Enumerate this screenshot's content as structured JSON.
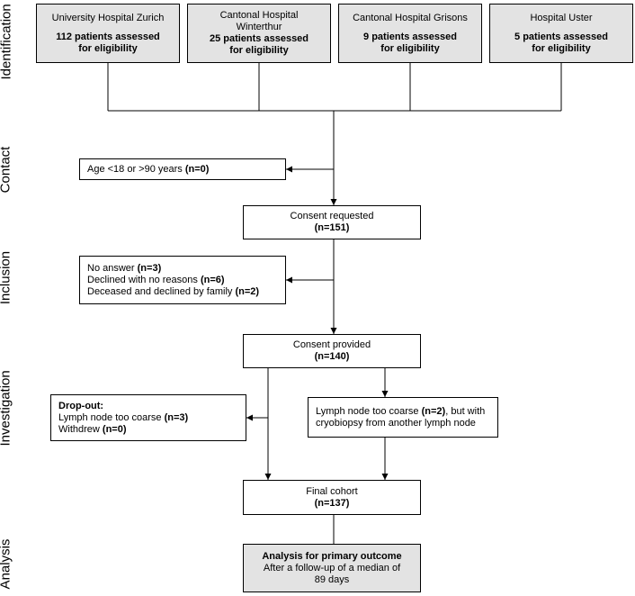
{
  "stages": [
    "Identification",
    "Contact",
    "Inclusion",
    "Investigation",
    "Analysis"
  ],
  "sites": [
    {
      "name": "University Hospital Zurich",
      "count": "112 patients assessed",
      "suffix": "for eligibility"
    },
    {
      "name": "Cantonal Hospital Winterthur",
      "count": "25 patients assessed",
      "suffix": "for eligibility"
    },
    {
      "name": "Cantonal Hospital Grisons",
      "count": "9 patients assessed",
      "suffix": "for eligibility"
    },
    {
      "name": "Hospital Uster",
      "count": "5 patients assessed",
      "suffix": "for eligibility"
    }
  ],
  "exclusion_age": {
    "text": "Age <18 or >90 years ",
    "n": "(n=0)"
  },
  "consent_requested": {
    "label": "Consent requested",
    "n": "(n=151)"
  },
  "exclusion_consent": [
    {
      "text": "No answer ",
      "n": "(n=3)"
    },
    {
      "text": "Declined with no reasons ",
      "n": "(n=6)"
    },
    {
      "text": "Deceased and declined by family ",
      "n": "(n=2)"
    }
  ],
  "consent_provided": {
    "label": "Consent provided",
    "n": "(n=140)"
  },
  "dropout": {
    "title": "Drop-out:",
    "items": [
      {
        "text": "Lymph node too coarse ",
        "n": "(n=3)"
      },
      {
        "text": "Withdrew ",
        "n": "(n=0)"
      }
    ]
  },
  "cryobiopsy": {
    "pre": "Lymph node too coarse ",
    "n": "(n=2)",
    "post": ", but with",
    "line2": "cryobiopsy from another lymph node"
  },
  "final_cohort": {
    "label": "Final cohort",
    "n": "(n=137)"
  },
  "analysis": {
    "title": "Analysis for primary outcome",
    "line1": "After a follow-up of a median of",
    "line2": "89 days"
  }
}
